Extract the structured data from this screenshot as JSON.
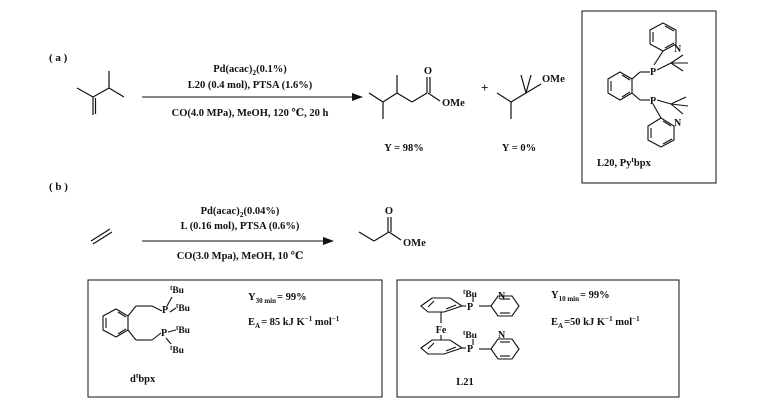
{
  "part_a": {
    "label": "( a )",
    "cond_line1_pre": "Pd(acac)",
    "cond_line1_sub": "2",
    "cond_line1_post": "(0.1%)",
    "cond_line2": "L20 (0.4 mol), PTSA (1.6%)",
    "cond_line3": "CO(4.0 MPa), MeOH, 120 ℃, 20 h",
    "product1_o": "O",
    "product1_ome": "OMe",
    "plus": "+",
    "product2_ome": "OMe",
    "yield1": "Y = 98%",
    "yield2": "Y = 0%"
  },
  "ligand_l20": {
    "n_top": "N",
    "p_top": "P",
    "p_bottom": "P",
    "n_bottom": "N",
    "caption_pre": "L20, Py",
    "caption_sup": "t",
    "caption_post": "bpx"
  },
  "part_b": {
    "label": "( b )",
    "cond_line1_pre": "Pd(acac)",
    "cond_line1_sub": "2",
    "cond_line1_post": "(0.04%)",
    "cond_line2": "L (0.16 mol), PTSA (0.6%)",
    "cond_line3": "CO(3.0 Mpa), MeOH, 10 ℃",
    "product_o": "O",
    "product_ome": "OMe"
  },
  "box_dtbpx": {
    "tbu_sup": "t",
    "bu": "Bu",
    "p": "P",
    "yield_pre": "Y",
    "yield_sub": "30 min",
    "yield_post": "= 99%",
    "ea_pre": "E",
    "ea_sub": "A",
    "ea_post": "= 85 kJ K",
    "ea_sup": "−1",
    "ea_unit": " mol",
    "ea_unit_sup": "−1",
    "caption_pre": "d",
    "caption_sup": "t",
    "caption_post": "bpx"
  },
  "box_l21": {
    "tbu_sup": "t",
    "bu": "Bu",
    "p": "P",
    "n": "N",
    "fe": "Fe",
    "yield_pre": "Y",
    "yield_sub": "10 min",
    "yield_post": "= 99%",
    "ea_pre": "E",
    "ea_sub": "A",
    "ea_post": "=50 kJ K",
    "ea_sup": "−1",
    "ea_unit": " mol",
    "ea_unit_sup": "−1",
    "caption": "L21"
  }
}
